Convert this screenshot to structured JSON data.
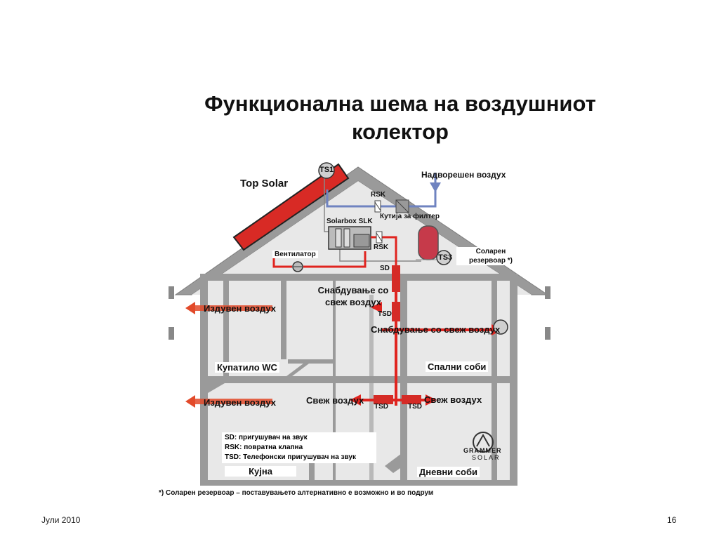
{
  "title": {
    "line1": "Функционална шема на воздушниот",
    "line2": "колектор"
  },
  "labels": {
    "top_solar": "Top Solar",
    "ts1": "TS1",
    "ts3": "TS3",
    "outside_air": "Надворешен воздух",
    "rsk_top": "RSK",
    "filter_box": "Кутија за филтер",
    "solarbox": "Solarbox SLK",
    "rsk_mid": "RSK",
    "fan": "Вентилатор",
    "solar_tank": "Соларен\nрезервоар *)",
    "sd": "SD",
    "supply_fresh_left": "Снабдување со\nсвеж воздух",
    "tsd_1": "TSD",
    "supply_fresh_right": "Снабдување со свеж воздух",
    "exhaust_upper": "Издувен воздух",
    "exhaust_lower": "Издувен воздух",
    "bathroom": "Купатило WC",
    "bedrooms": "Спални соби",
    "fresh_left": "Свеж воздух",
    "fresh_right": "Свеж воздух",
    "tsd_2": "TSD",
    "tsd_3": "TSD",
    "kitchen": "Кујна",
    "living": "Дневни соби",
    "logo_text": "GRAMMER",
    "logo_sub": "SOLAR"
  },
  "legend": [
    "SD: пригушувач на звук",
    "RSK: повратна клапна",
    "TSD: Телефонски пригушувач на звук"
  ],
  "footnote": "*) Соларен резервоар – поставувањето алтернативно е возможно и  во подрум",
  "footer": {
    "date": "Јули 2010",
    "page": "16"
  },
  "colors": {
    "wall": "#9a9a9a",
    "interior": "#e8e8e8",
    "red_pipe": "#e0241f",
    "blue_pipe": "#6f83c0",
    "collector": "#d82a25",
    "exhaust_arrow": "#e24a2a"
  }
}
